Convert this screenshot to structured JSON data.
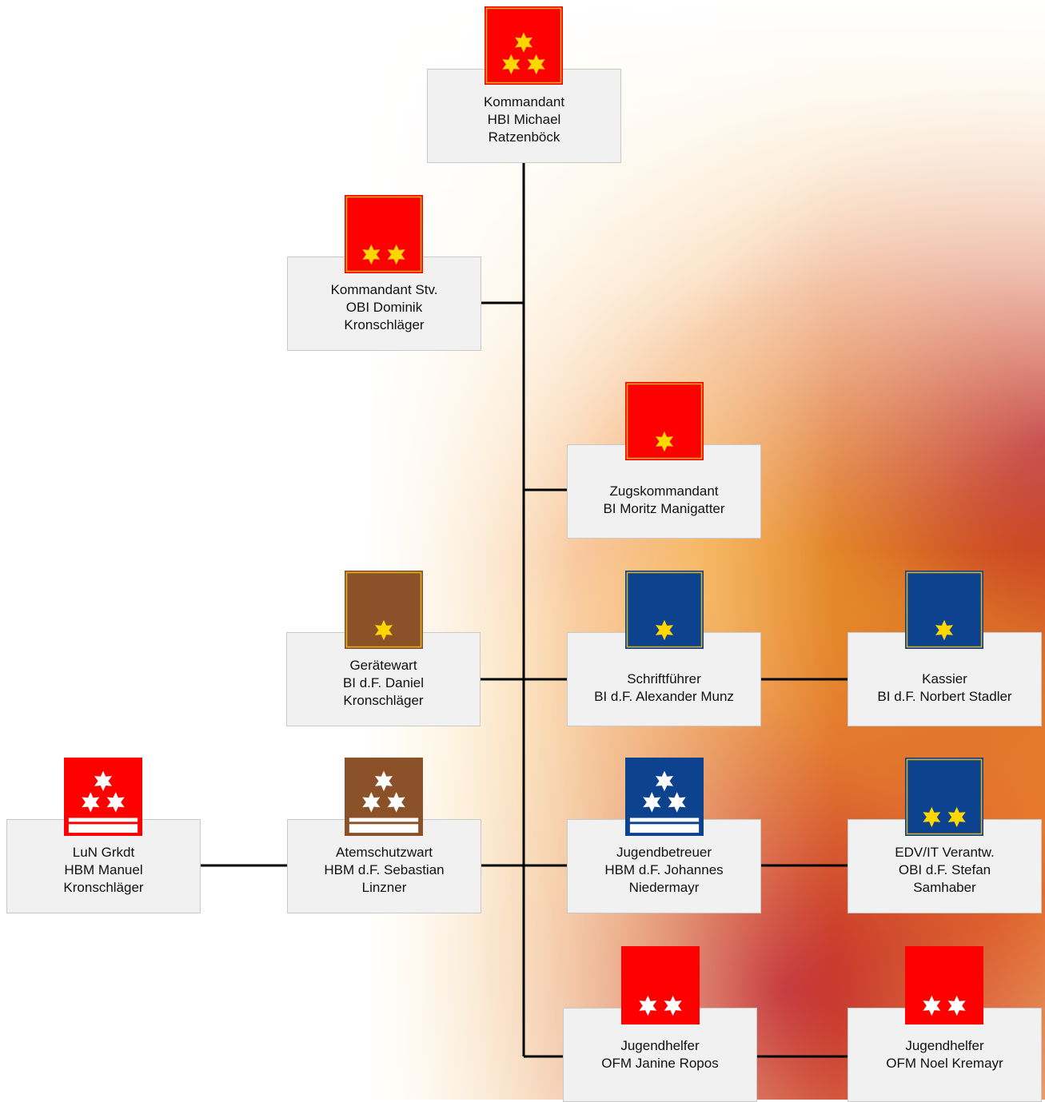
{
  "colors": {
    "red": "#ff0000",
    "brown": "#8b5129",
    "blue": "#0d428e",
    "gold_star": "#ffd700",
    "white_star": "#ffffff",
    "box_fill": "#f1f1f1",
    "connector": "#000000"
  },
  "nodes": [
    {
      "id": "kommandant",
      "lines": [
        "Kommandant",
        "HBI Michael",
        "Ratzenböck"
      ],
      "badge": {
        "color": "red",
        "stars": 3,
        "star_color": "gold",
        "bar": false,
        "gold_border": true
      }
    },
    {
      "id": "kommandant-stv",
      "lines": [
        "Kommandant Stv.",
        "OBI Dominik",
        "Kronschläger"
      ],
      "badge": {
        "color": "red",
        "stars": 2,
        "star_color": "gold",
        "bar": false,
        "gold_border": true
      }
    },
    {
      "id": "zugskommandant",
      "lines": [
        "Zugskommandant",
        "BI Moritz Manigatter"
      ],
      "badge": {
        "color": "red",
        "stars": 1,
        "star_color": "gold",
        "bar": false,
        "gold_border": true
      }
    },
    {
      "id": "geraetewart",
      "lines": [
        "Gerätewart",
        "BI d.F. Daniel",
        "Kronschläger"
      ],
      "badge": {
        "color": "brown",
        "stars": 1,
        "star_color": "gold",
        "bar": false,
        "gold_border": true
      }
    },
    {
      "id": "schriftfuehrer",
      "lines": [
        "Schriftführer",
        "BI d.F. Alexander Munz"
      ],
      "badge": {
        "color": "blue",
        "stars": 1,
        "star_color": "gold",
        "bar": false,
        "gold_border": true
      }
    },
    {
      "id": "kassier",
      "lines": [
        "Kassier",
        "BI d.F. Norbert Stadler"
      ],
      "badge": {
        "color": "blue",
        "stars": 1,
        "star_color": "gold",
        "bar": false,
        "gold_border": true
      }
    },
    {
      "id": "lun-grkdt",
      "lines": [
        "LuN Grkdt",
        "HBM Manuel",
        "Kronschläger"
      ],
      "badge": {
        "color": "red",
        "stars": 3,
        "star_color": "white",
        "bar": true,
        "gold_border": false
      }
    },
    {
      "id": "atemschutzwart",
      "lines": [
        "Atemschutzwart",
        "HBM d.F. Sebastian",
        "Linzner"
      ],
      "badge": {
        "color": "brown",
        "stars": 3,
        "star_color": "white",
        "bar": true,
        "gold_border": false
      }
    },
    {
      "id": "jugendbetreuer",
      "lines": [
        "Jugendbetreuer",
        "HBM d.F. Johannes",
        "Niedermayr"
      ],
      "badge": {
        "color": "blue",
        "stars": 3,
        "star_color": "white",
        "bar": true,
        "gold_border": false
      }
    },
    {
      "id": "edv-it",
      "lines": [
        "EDV/IT Verantw.",
        "OBI d.F. Stefan",
        "Samhaber"
      ],
      "badge": {
        "color": "blue",
        "stars": 2,
        "star_color": "gold",
        "bar": false,
        "gold_border": true
      }
    },
    {
      "id": "jugendhelfer-1",
      "lines": [
        "Jugendhelfer",
        "OFM Janine Ropos"
      ],
      "badge": {
        "color": "red",
        "stars": 2,
        "star_color": "white",
        "bar": false,
        "gold_border": false
      }
    },
    {
      "id": "jugendhelfer-2",
      "lines": [
        "Jugendhelfer",
        "OFM Noel Kremayr"
      ],
      "badge": {
        "color": "red",
        "stars": 2,
        "star_color": "white",
        "bar": false,
        "gold_border": false
      }
    }
  ]
}
